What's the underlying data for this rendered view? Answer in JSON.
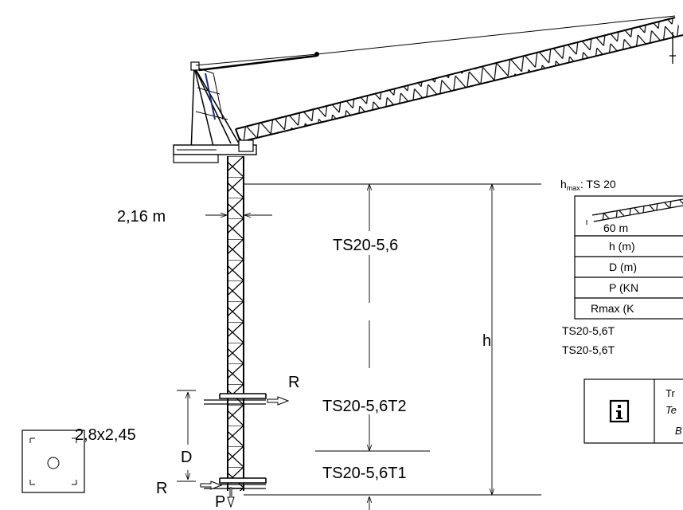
{
  "dims": {
    "top_width": "2,16 m",
    "base": "2,8x2,45",
    "height": "h",
    "anchor_distance": "D",
    "reaction_top": "R",
    "reaction_bottom": "R",
    "vertical_load": "P"
  },
  "sections": {
    "upper": "TS20-5,6",
    "middle": "TS20-5,6T2",
    "lower": "TS20-5,6T1"
  },
  "table": {
    "hmax_prefix": "h",
    "hmax_sub": "max",
    "hmax_rest": ": TS 20",
    "jib_length": "60 m",
    "rows": [
      "h (m)",
      "D (m)",
      "P (KN",
      "Rmax (K"
    ],
    "note1": "TS20-5,6T",
    "note2": "TS20-5,6T"
  },
  "info": {
    "line1": "Tr",
    "line2": "Te",
    "line3": "B"
  }
}
